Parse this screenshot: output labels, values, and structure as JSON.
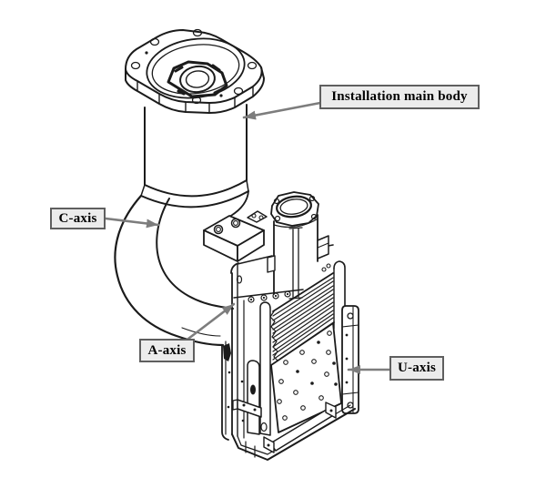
{
  "diagram": {
    "background_color": "#ffffff",
    "line_color": "#1b1b1b",
    "callout_box": {
      "fill": "#ececec",
      "border": "#5f5f5f",
      "text_color": "#000000"
    },
    "arrow_color": "#7d7d7d",
    "callouts": {
      "installation_main_body": {
        "label": "Installation main body"
      },
      "c_axis": {
        "label": "C-axis"
      },
      "a_axis": {
        "label": "A-axis"
      },
      "u_axis": {
        "label": "U-axis"
      }
    }
  }
}
